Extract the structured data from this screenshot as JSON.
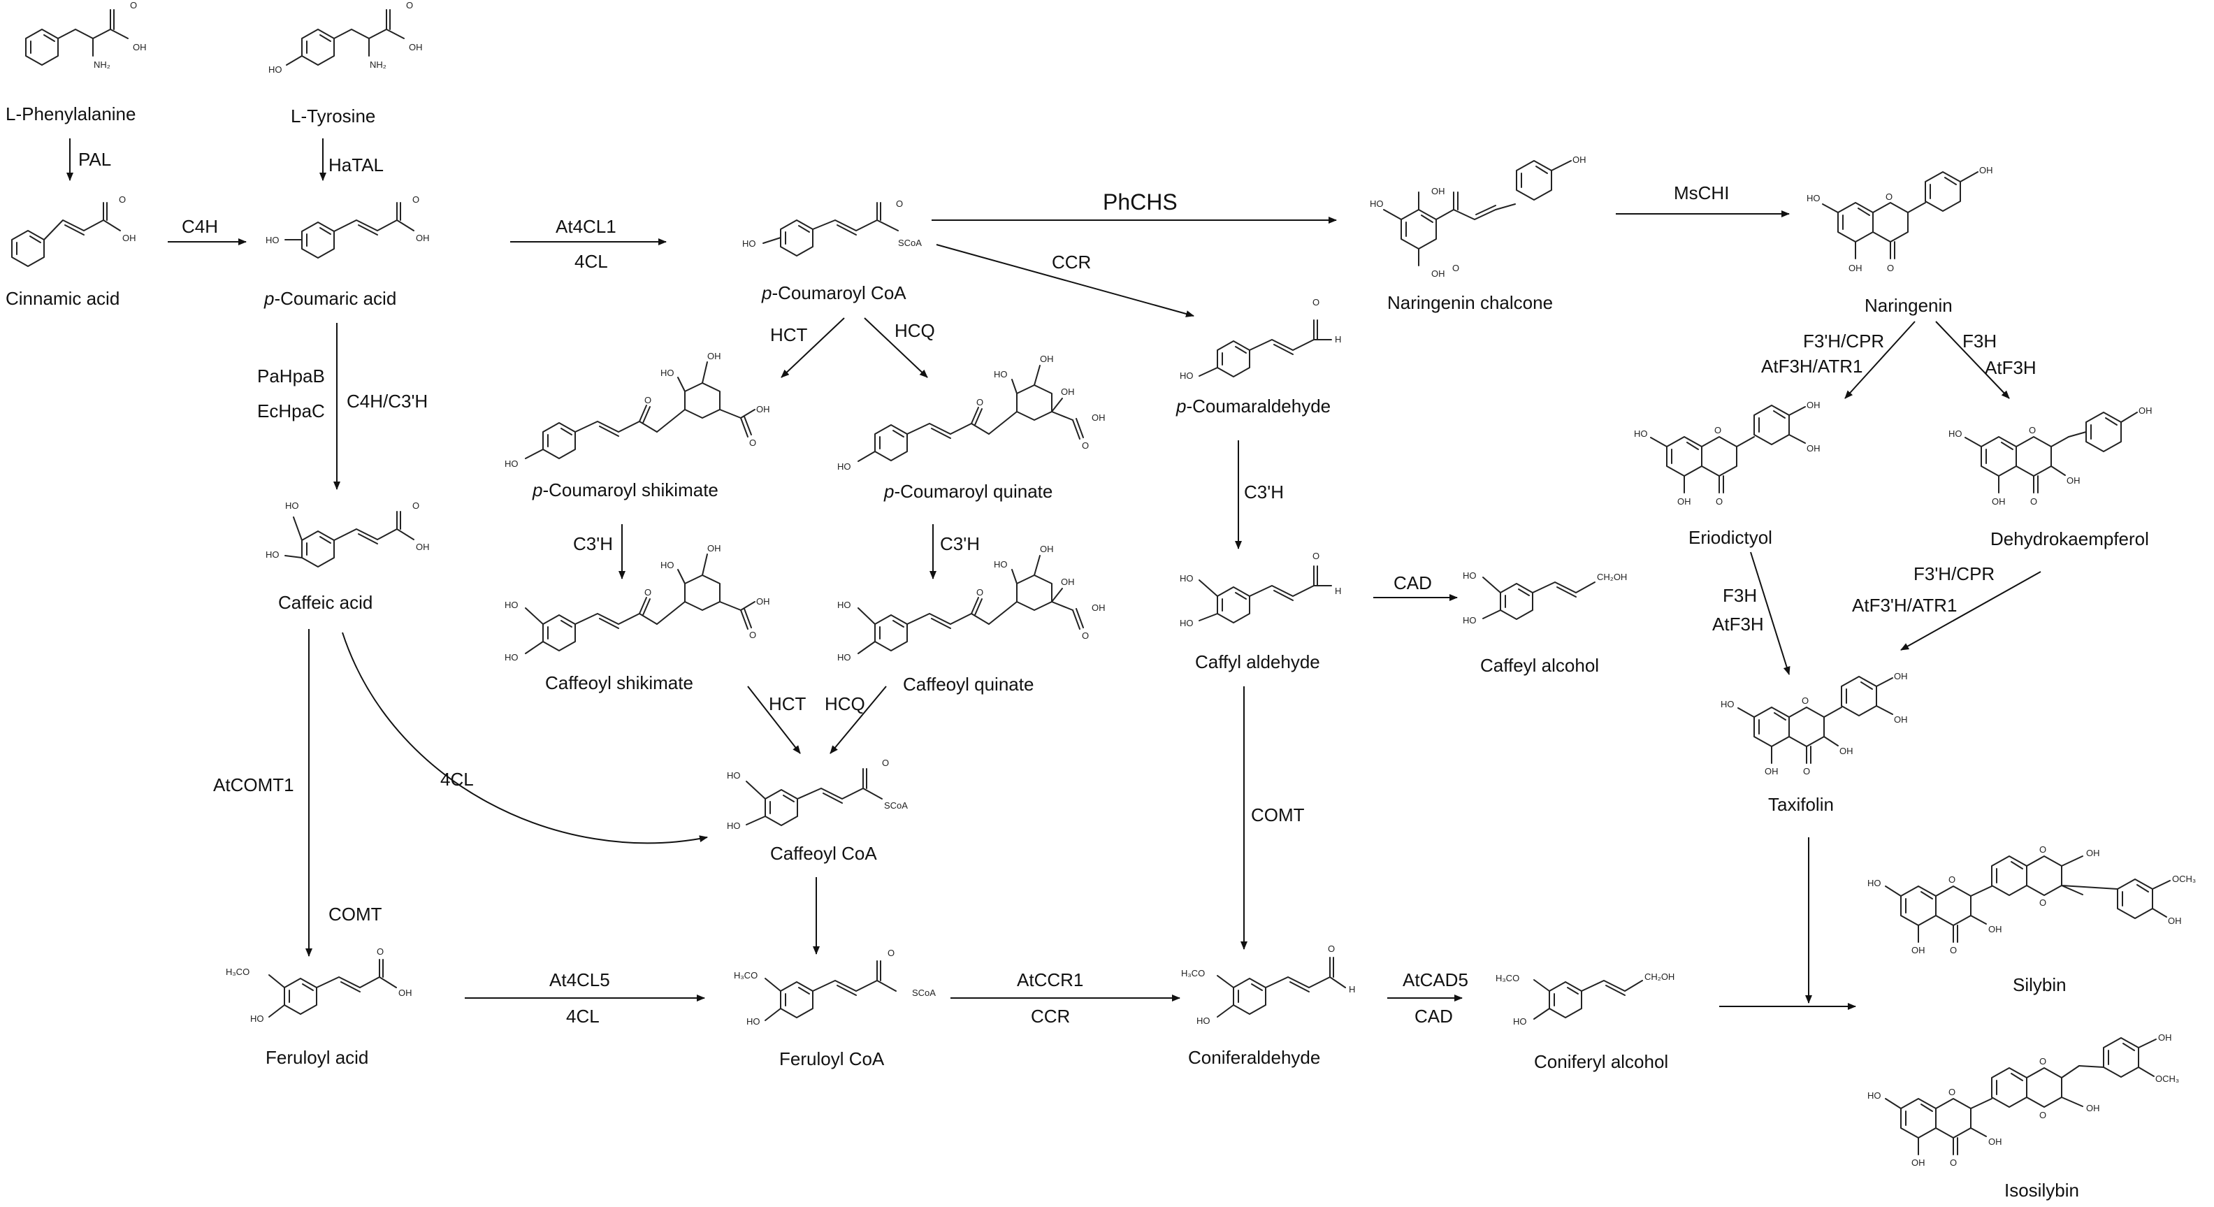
{
  "compounds": {
    "phenylalanine": "L-Phenylalanine",
    "tyrosine": "L-Tyrosine",
    "cinnamic_acid": "Cinnamic acid",
    "p_coumaric_acid_prefix": "p",
    "p_coumaric_acid_rest": "-Coumaric acid",
    "p_coumaroyl_coa_prefix": "p",
    "p_coumaroyl_coa_rest": "-Coumaroyl CoA",
    "naringenin_chalcone": "Naringenin chalcone",
    "naringenin": "Naringenin",
    "p_coumaroyl_shikimate_prefix": "p",
    "p_coumaroyl_shikimate_rest": "-Coumaroyl shikimate",
    "p_coumaroyl_quinate_prefix": "p",
    "p_coumaroyl_quinate_rest": "-Coumaroyl quinate",
    "p_coumaraldehyde_prefix": "p",
    "p_coumaraldehyde_rest": "-Coumaraldehyde",
    "caffeic_acid": "Caffeic acid",
    "caffeoyl_shikimate": "Caffeoyl shikimate",
    "caffeoyl_quinate": "Caffeoyl quinate",
    "caffyl_aldehyde": "Caffyl aldehyde",
    "caffeyl_alcohol": "Caffeyl alcohol",
    "eriodictyol": "Eriodictyol",
    "dehydrokaempferol": "Dehydrokaempferol",
    "taxifolin": "Taxifolin",
    "caffeoyl_coa": "Caffeoyl CoA",
    "feruloyl_acid": "Feruloyl acid",
    "feruloyl_coa": "Feruloyl CoA",
    "coniferaldehyde": "Coniferaldehyde",
    "coniferyl_alcohol": "Coniferyl alcohol",
    "silybin": "Silybin",
    "isosilybin": "Isosilybin"
  },
  "enzymes": {
    "pal": "PAL",
    "hatal": "HaTAL",
    "c4h": "C4H",
    "at4cl1": "At4CL1",
    "fourcl_a": "4CL",
    "phchs": "PhCHS",
    "mschi": "MsCHI",
    "ccr_a": "CCR",
    "hct_a": "HCT",
    "hcq_a": "HCQ",
    "pahpab": "PaHpaB",
    "echpac": "EcHpaC",
    "c4h_c3h": "C4H/C3'H",
    "f3h_cpr": "F3'H/CPR",
    "atf3h_atr1": "AtF3H/ATR1",
    "f3h_a": "F3H",
    "atf3h_a": "AtF3H",
    "c3h_a": "C3'H",
    "c3h_b": "C3'H",
    "c3h_c": "C3'H",
    "cad_a": "CAD",
    "f3h_b": "F3H",
    "atf3h_b": "AtF3H",
    "f3h_cpr_b": "F3'H/CPR",
    "atf3h_atr1_b": "AtF3'H/ATR1",
    "hct_b": "HCT",
    "hcq_b": "HCQ",
    "fourcl_b": "4CL",
    "atcomt1": "AtCOMT1",
    "comt_a": "COMT",
    "comt_b": "COMT",
    "at4cl5": "At4CL5",
    "fourcl_c": "4CL",
    "atccr1": "AtCCR1",
    "ccr_b": "CCR",
    "atcad5": "AtCAD5",
    "cad_b": "CAD"
  },
  "atoms": {
    "oh": "OH",
    "ho": "HO",
    "o": "O",
    "nh2": "NH₂",
    "h": "H",
    "scoa": "SCoA",
    "h3co": "H₃CO",
    "och3": "OCH₃",
    "ch2oh": "CH₂OH"
  }
}
